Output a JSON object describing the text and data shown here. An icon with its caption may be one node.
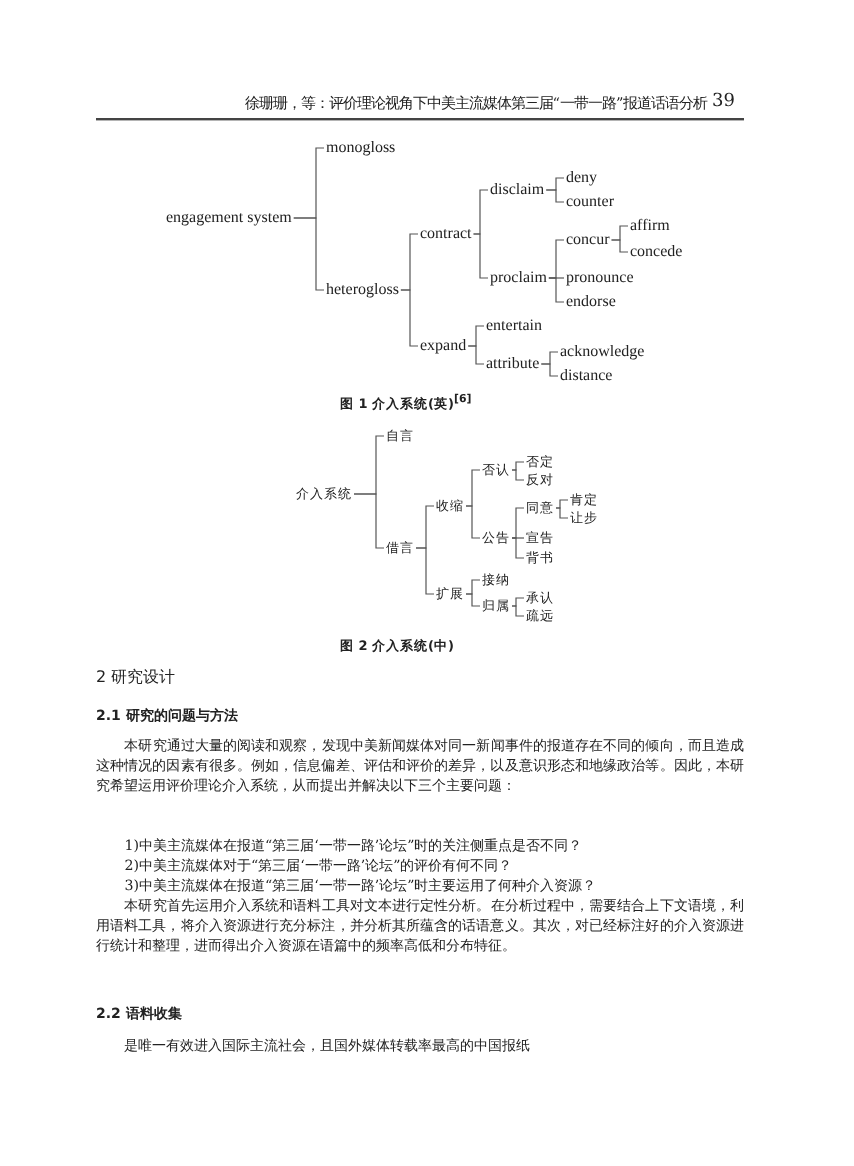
{
  "diagram": {
    "nodes": [
      {
        "text": [
          "engagement system"
        ]
      },
      {
        "text": [
          "monogloss"
        ]
      },
      {
        "text": [
          "heterogloss"
        ]
      },
      {
        "text": [
          "contract"
        ]
      },
      {
        "text": [
          "expand"
        ]
      },
      {
        "text": [
          "disclaim"
        ]
      },
      {
        "text": [
          "proclaim"
        ]
      },
      {
        "text": [
          "deny"
        ]
      },
      {
        "text": [
          "counter"
        ]
      },
      {
        "text": [
          "concur"
        ]
      },
      {
        "text": [
          "pronounce"
        ]
      },
      {
        "text": [
          "endorse"
        ]
      },
      {
        "text": [
          "affirm"
        ]
      },
      {
        "text": [
          "concede"
        ]
      },
      {
        "text": [
          "entertain"
        ]
      },
      {
        "text": [
          "attribute"
        ]
      },
      {
        "text": [
          "acknowledge"
        ]
      },
      {
        "text": [
          "distance"
        ]
      },
      {
        "text": [
          "介入系统"
        ]
      },
      {
        "text": [
          "自言"
        ]
      },
      {
        "text": [
          "借言"
        ]
      },
      {
        "text": [
          "收缩"
        ]
      },
      {
        "text": [
          "扩展"
        ]
      },
      {
        "text": [
          "否认"
        ]
      },
      {
        "text": [
          "公告"
        ]
      },
      {
        "text": [
          "否定"
        ]
      },
      {
        "text": [
          "反对"
        ]
      },
      {
        "text": [
          "同意"
        ]
      },
      {
        "text": [
          "宣告"
        ]
      },
      {
        "text": [
          "背书"
        ]
      },
      {
        "text": [
          "肯定"
        ]
      },
      {
        "text": [
          "让步"
        ]
      },
      {
        "text": [
          "接纳"
        ]
      },
      {
        "text": [
          "归属"
        ]
      },
      {
        "text": [
          "承认"
        ]
      },
      {
        "text": [
          "疏远"
        ]
      }
    ],
    "edges": [
      {
        "from": 0,
        "to": 1,
        "arrow": "none"
      },
      {
        "from": 0,
        "to": 2,
        "arrow": "none"
      },
      {
        "from": 2,
        "to": 3,
        "arrow": "none"
      },
      {
        "from": 2,
        "to": 4,
        "arrow": "none"
      },
      {
        "from": 3,
        "to": 5,
        "arrow": "none"
      },
      {
        "from": 3,
        "to": 6,
        "arrow": "none"
      },
      {
        "from": 5,
        "to": 7,
        "arrow": "none"
      },
      {
        "from": 5,
        "to": 8,
        "arrow": "none"
      },
      {
        "from": 6,
        "to": 9,
        "arrow": "none"
      },
      {
        "from": 6,
        "to": 10,
        "arrow": "none"
      },
      {
        "from": 6,
        "to": 11,
        "arrow": "none"
      },
      {
        "from": 9,
        "to": 12,
        "arrow": "none"
      },
      {
        "from": 9,
        "to": 13,
        "arrow": "none"
      },
      {
        "from": 4,
        "to": 14,
        "arrow": "none"
      },
      {
        "from": 4,
        "to": 15,
        "arrow": "none"
      },
      {
        "from": 15,
        "to": 16,
        "arrow": "none"
      },
      {
        "from": 15,
        "to": 17,
        "arrow": "none"
      },
      {
        "from": 18,
        "to": 19,
        "arrow": "none"
      },
      {
        "from": 18,
        "to": 20,
        "arrow": "none"
      },
      {
        "from": 20,
        "to": 21,
        "arrow": "none"
      },
      {
        "from": 20,
        "to": 22,
        "arrow": "none"
      },
      {
        "from": 21,
        "to": 23,
        "arrow": "none"
      },
      {
        "from": 21,
        "to": 24,
        "arrow": "none"
      },
      {
        "from": 23,
        "to": 25,
        "arrow": "none"
      },
      {
        "from": 23,
        "to": 26,
        "arrow": "none"
      },
      {
        "from": 24,
        "to": 27,
        "arrow": "none"
      },
      {
        "from": 24,
        "to": 28,
        "arrow": "none"
      },
      {
        "from": 24,
        "to": 29,
        "arrow": "none"
      },
      {
        "from": 27,
        "to": 30,
        "arrow": "none"
      },
      {
        "from": 27,
        "to": 31,
        "arrow": "none"
      },
      {
        "from": 22,
        "to": 32,
        "arrow": "none"
      },
      {
        "from": 22,
        "to": 33,
        "arrow": "none"
      },
      {
        "from": 33,
        "to": 34,
        "arrow": "none"
      },
      {
        "from": 33,
        "to": 35,
        "arrow": "none"
      }
    ],
    "labels": [
      "徐珊珊，等：评价理论视角下中美主流媒体第三届“一带一路”报道话语分析",
      "39",
      "图 1 介入系统(英)$^{[6]}$",
      "图 2 介入系统(中)",
      "2 研究设计",
      "2.1 研究的问题与方法",
      "本研究通过大量的阅读和观察，发现中美新闻媒体对同一新闻事件的报道存在不同的倾向，而且造成这种情况的因素有很多。例如，信息偏差、评估和评价的差异，以及意识形态和地缘政治等。因此，本研究希望运用评价理论介入系统，从而提出并解决以下三个主要问题：",
      "1)中美主流媒体在报道“第三届‘一带一路’论坛”时的关注侧重点是否不同？",
      "2)中美主流媒体对于“第三届‘一带一路’论坛”的评价有何不同？",
      "3)中美主流媒体在报道“第三届‘一带一路’论坛”时主要运用了何种介入资源？",
      "本研究首先运用介入系统和语料工具对文本进行定性分析。在分析过程中，需要结合上下文语境，利用语料工具，将介入资源进行充分标注，并分析其所蕴含的话语意义。其次，对已经标注好的介入资源进行统计和整理，进而得出介入资源在语篇中的频率高低和分布特征。",
      "2.2 语料收集",
      "是唯一有效进入国际主流社会，且国外媒体转载率最高的中国报纸"
    ]
  }
}
